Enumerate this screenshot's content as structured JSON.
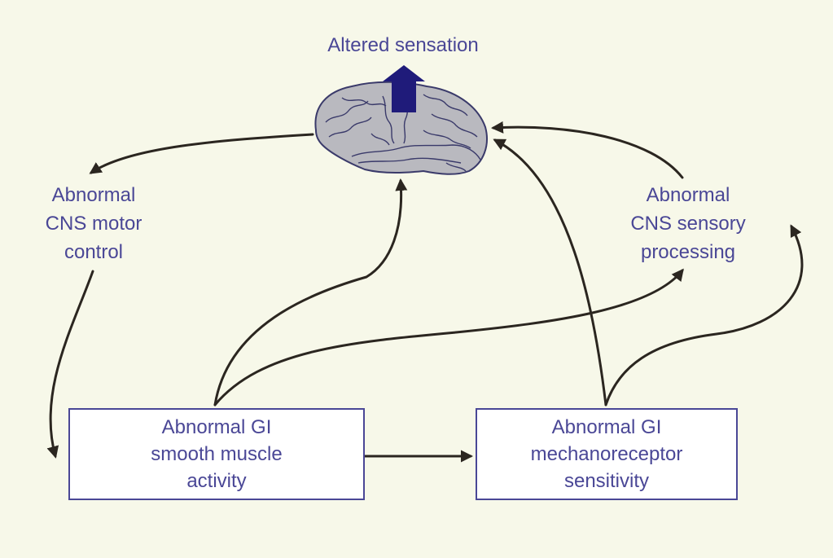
{
  "colors": {
    "background": "#f7f8e9",
    "text": "#4a4796",
    "arrow": "#2b2620",
    "brain_fill": "#b9b9bf",
    "brain_outline": "#3a3a6a",
    "up_arrow": "#1f1b7a"
  },
  "title": "Altered sensation",
  "nodes": {
    "cns_motor": [
      "Abnormal",
      "CNS motor",
      "control"
    ],
    "cns_sensory": [
      "Abnormal",
      "CNS sensory",
      "processing"
    ],
    "smooth_muscle": [
      "Abnormal GI",
      "smooth muscle",
      "activity"
    ],
    "mechanoreceptor": [
      "Abnormal GI",
      "mechanoreceptor",
      "sensitivity"
    ]
  },
  "icons": [
    "brain-icon",
    "up-arrow-icon"
  ]
}
